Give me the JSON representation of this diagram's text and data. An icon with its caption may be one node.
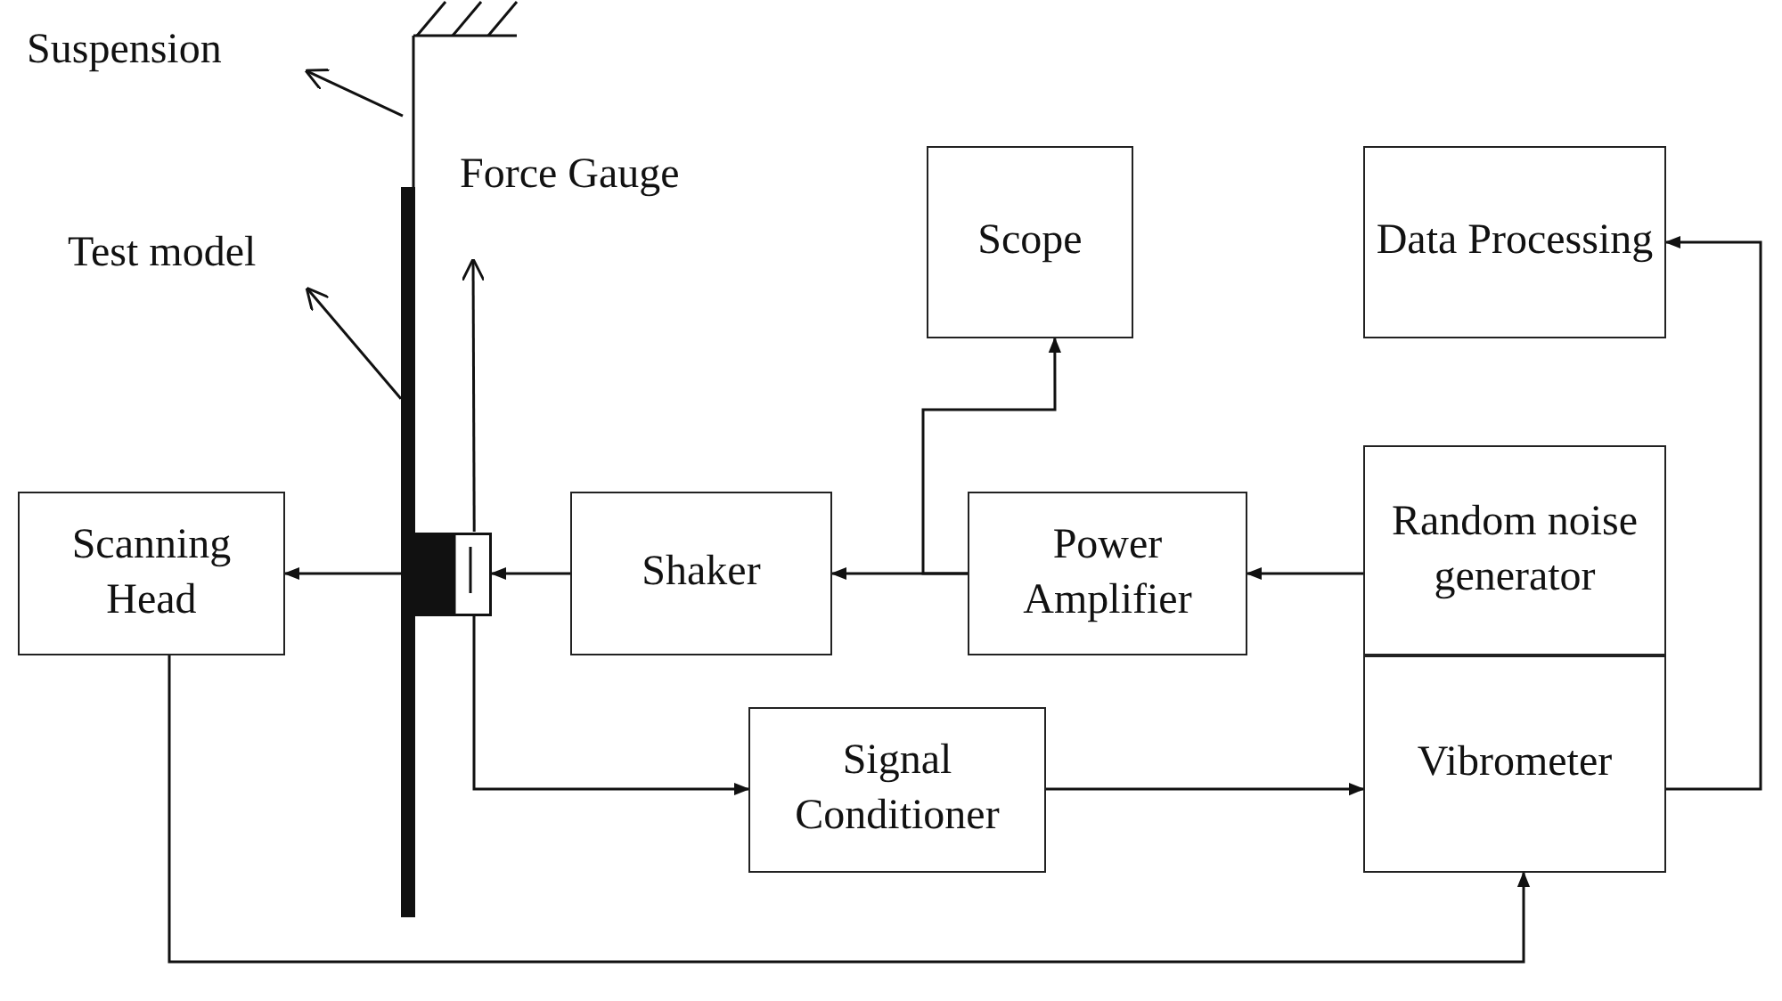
{
  "diagram": {
    "nodes": [
      {
        "text": [
          "Suspension"
        ]
      },
      {
        "text": [],
        "shape": "picture"
      },
      {
        "text": [
          "Test model"
        ]
      },
      {
        "text": [],
        "shape": "bar"
      },
      {
        "text": [
          "Force Gauge"
        ]
      },
      {
        "text": [],
        "shape": "box"
      },
      {
        "text": [
          "Scope"
        ]
      },
      {
        "text": [
          "Data Processing"
        ]
      },
      {
        "text": [
          "Scanning Head"
        ]
      },
      {
        "text": [
          "Shaker"
        ]
      },
      {
        "text": [
          "Power Amplifier"
        ]
      },
      {
        "text": [
          "Random noise generator"
        ]
      },
      {
        "text": [
          "Vibrometer"
        ]
      },
      {
        "text": [
          "Signal Conditioner"
        ]
      }
    ],
    "edges": [
      {
        "from": 1,
        "to": 0,
        "arrow": "to"
      },
      {
        "from": 3,
        "to": 2,
        "arrow": "to"
      },
      {
        "from": 5,
        "to": 4,
        "arrow": "to"
      },
      {
        "from": 9,
        "to": 5,
        "arrow": "to"
      },
      {
        "from": 3,
        "to": 8,
        "arrow": "to"
      },
      {
        "from": 10,
        "to": 9,
        "arrow": "to"
      },
      {
        "from": 10,
        "to": 6,
        "arrow": "to"
      },
      {
        "from": 11,
        "to": 10,
        "arrow": "to"
      },
      {
        "from": 5,
        "to": 13,
        "arrow": "to"
      },
      {
        "from": 13,
        "to": 12,
        "arrow": "to"
      },
      {
        "from": 8,
        "to": 12,
        "arrow": "to"
      },
      {
        "from": 12,
        "to": 7,
        "arrow": "to"
      }
    ]
  }
}
